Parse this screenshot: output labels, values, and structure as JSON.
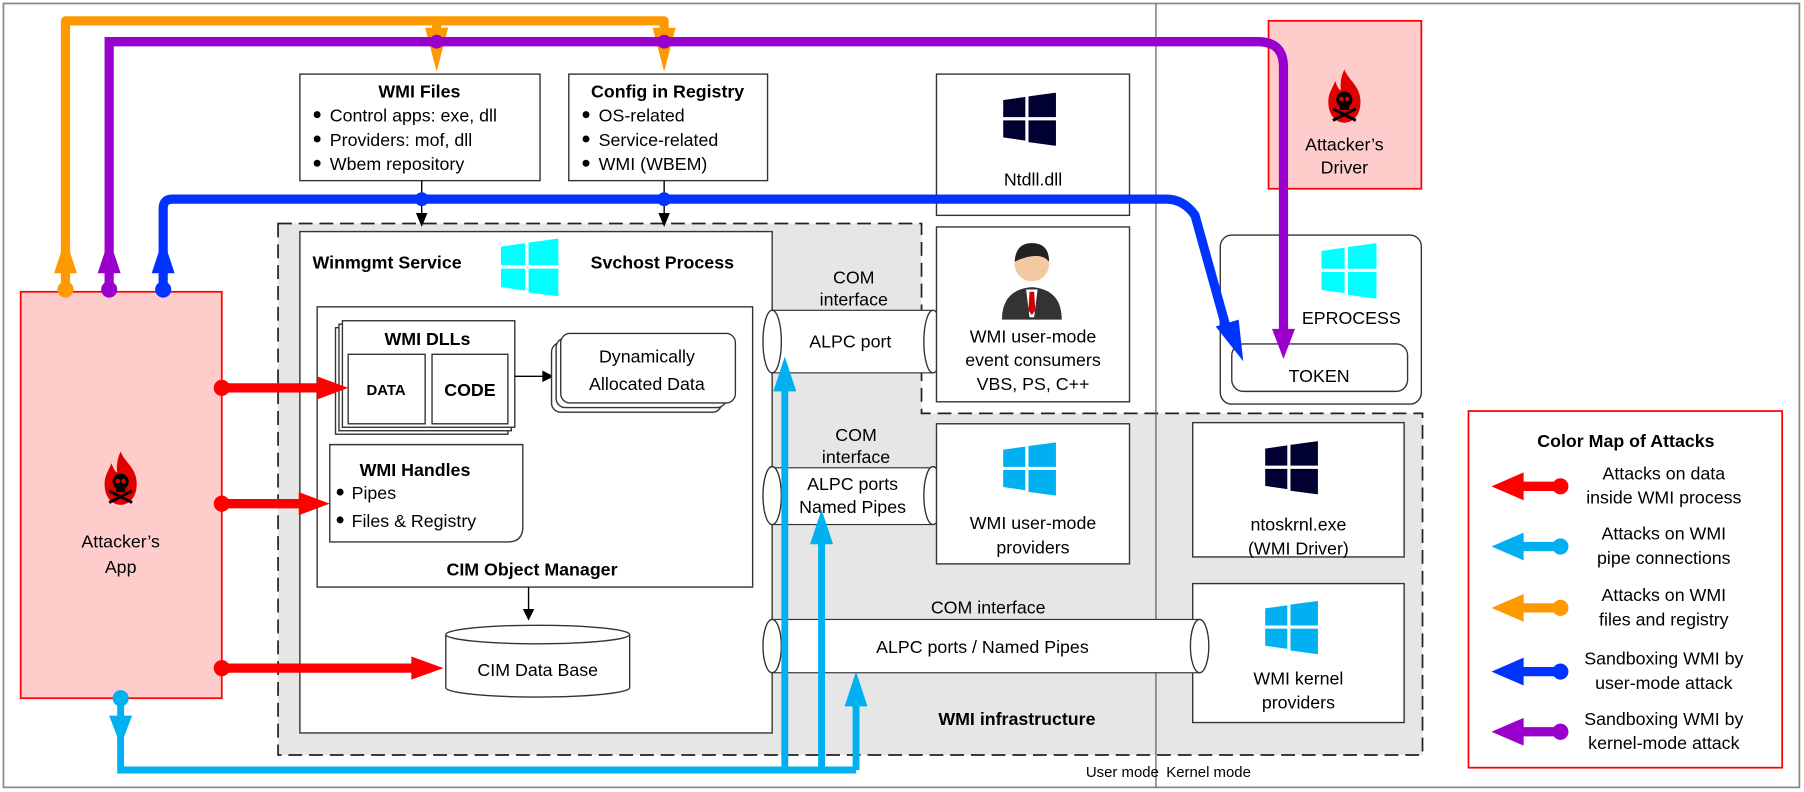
{
  "colors": {
    "data_attack": "#ff0000",
    "pipe_attack": "#00b0f0",
    "file_attack": "#ff9900",
    "user_sandbox": "#0033ff",
    "kernel_sandbox": "#9900cc",
    "attacker_fill": "#ffcccc",
    "infrastructure_fill": "#e6e6e6"
  },
  "modes": {
    "user": "User mode",
    "kernel": "Kernel mode"
  },
  "wmi_files": {
    "title": "WMI Files",
    "items": [
      "Control apps: exe, dll",
      "Providers: mof, dll",
      "Wbem repository"
    ]
  },
  "registry": {
    "title": "Config in Registry",
    "items": [
      "OS-related",
      "Service-related",
      "WMI (WBEM)"
    ]
  },
  "ntdll": {
    "label": "Ntdll.dll",
    "icon": "windows-logo"
  },
  "attacker_driver": {
    "lines": [
      "Attacker’s",
      "Driver"
    ],
    "icon": "skull-flame"
  },
  "attacker_app": {
    "lines": [
      "Attacker’s",
      "App"
    ],
    "icon": "skull-flame"
  },
  "svchost": {
    "service": "Winmgmt Service",
    "process": "Svchost Process"
  },
  "cim": {
    "title": "CIM Object Manager",
    "dlls": {
      "title": "WMI DLLs",
      "data": "DATA",
      "code": "CODE"
    },
    "dynamic": [
      "Dynamically",
      "Allocated Data"
    ],
    "handles": {
      "title": "WMI Handles",
      "items": [
        "Pipes",
        "Files & Registry"
      ]
    },
    "database": "CIM Data Base"
  },
  "com1": {
    "label": [
      "COM",
      "interface"
    ],
    "port": "ALPC port"
  },
  "consumers": {
    "lines": [
      "WMI user-mode",
      "event consumers",
      "VBS, PS, C++"
    ]
  },
  "eprocess": {
    "label": "EPROCESS",
    "token": "TOKEN"
  },
  "com2": {
    "label": [
      "COM",
      "interface"
    ],
    "port": [
      "ALPC ports",
      "Named Pipes"
    ]
  },
  "providers": {
    "lines": [
      "WMI user-mode",
      "providers"
    ]
  },
  "ntoskrnl": {
    "lines": [
      "ntoskrnl.exe",
      "(WMI Driver)"
    ]
  },
  "kernel_providers": {
    "lines": [
      "WMI kernel",
      "providers"
    ]
  },
  "com3": {
    "label": "COM interface",
    "port": "ALPC ports / Named Pipes"
  },
  "infrastructure": "WMI infrastructure",
  "legend": {
    "title": "Color Map of Attacks",
    "items": [
      {
        "lines": [
          "Attacks on data",
          "inside WMI process"
        ],
        "color": "#ff0000"
      },
      {
        "lines": [
          "Attacks on WMI",
          "pipe connections"
        ],
        "color": "#00b0f0"
      },
      {
        "lines": [
          "Attacks on WMI",
          "files and registry"
        ],
        "color": "#ff9900"
      },
      {
        "lines": [
          "Sandboxing WMI by",
          "user-mode attack"
        ],
        "color": "#0033ff"
      },
      {
        "lines": [
          "Sandboxing WMI by",
          "kernel-mode attack"
        ],
        "color": "#9900cc"
      }
    ]
  }
}
